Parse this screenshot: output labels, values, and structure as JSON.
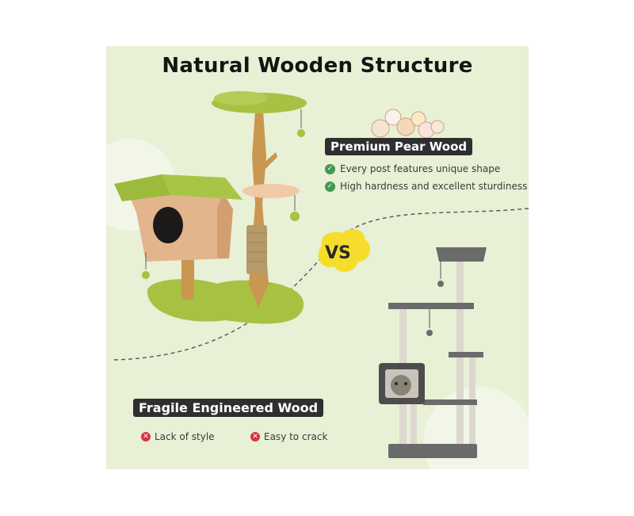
{
  "title": "Natural Wooden Structure",
  "pros": {
    "heading": "Premium Pear Wood",
    "items": [
      "Every post features unique shape",
      "High hardness and excellent sturdiness"
    ]
  },
  "vs_label": "VS",
  "cons": {
    "heading": "Fragile Engineered Wood",
    "items": [
      "Lack of style",
      "Easy to crack"
    ]
  },
  "colors": {
    "background": "#e8f0d6",
    "pill": "#2f2f2f",
    "check": "#3f9a52",
    "cross": "#d9343a",
    "moss": "#9cbb3c",
    "badge": "#f6dd2c"
  }
}
